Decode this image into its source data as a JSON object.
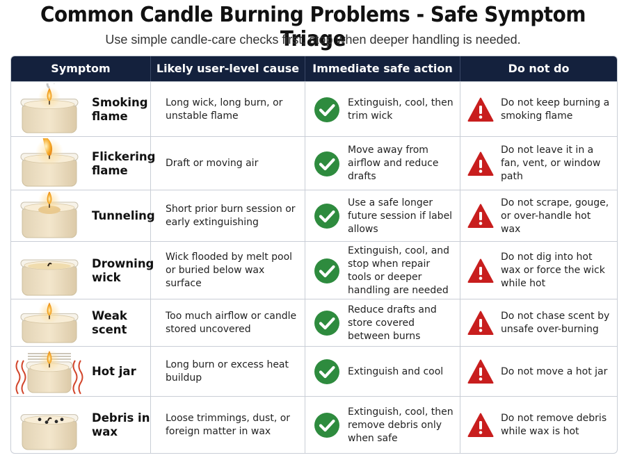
{
  "title": "Common Candle Burning Problems - Safe Symptom Triage",
  "subtitle": "Use simple candle-care checks first, stop when deeper handling is needed.",
  "colors": {
    "header_bg": "#14213d",
    "check_green": "#2e8b3e",
    "warning_red": "#c81e1e",
    "wax": "#f3e6cc",
    "flame": "#f5a623"
  },
  "headers": {
    "symptom": "Symptom",
    "cause": "Likely user-level cause",
    "action": "Immediate safe action",
    "avoid": "Do not do"
  },
  "rows": [
    {
      "symptom": "Smoking flame",
      "cause": "Long wick, long burn, or unstable flame",
      "action": "Extinguish, cool, then trim wick",
      "avoid": "Do not keep burning a smoking flame",
      "image": "smoking-candle",
      "action_icon": "check-icon",
      "avoid_icon": "warning-icon"
    },
    {
      "symptom": "Flickering flame",
      "cause": "Draft or moving air",
      "action": "Move away from airflow and reduce drafts",
      "avoid": "Do not leave it in a fan, vent, or window path",
      "image": "flickering-candle",
      "action_icon": "check-icon",
      "avoid_icon": "warning-icon"
    },
    {
      "symptom": "Tunneling",
      "cause": "Short prior burn session or early extinguishing",
      "action": "Use a safe longer future session if label allows",
      "avoid": "Do not scrape, gouge, or over-handle hot wax",
      "image": "tunneling-candle",
      "action_icon": "check-icon",
      "avoid_icon": "warning-icon"
    },
    {
      "symptom": "Drowning wick",
      "cause": "Wick flooded by melt pool or buried below wax surface",
      "action": "Extinguish, cool, and stop when repair tools or deeper handling are needed",
      "avoid": "Do not dig into hot wax or force the wick while hot",
      "image": "drowning-wick-candle",
      "action_icon": "check-icon",
      "avoid_icon": "warning-icon"
    },
    {
      "symptom": "Weak scent",
      "cause": "Too much airflow or candle stored uncovered",
      "action": "Reduce drafts and store covered between burns",
      "avoid": "Do not chase scent by unsafe over-burning",
      "image": "weak-scent-candle",
      "action_icon": "check-icon",
      "avoid_icon": "warning-icon"
    },
    {
      "symptom": "Hot jar",
      "cause": "Long burn or excess heat buildup",
      "action": "Extinguish and cool",
      "avoid": "Do not move a hot jar",
      "image": "hot-jar-candle",
      "action_icon": "check-icon",
      "avoid_icon": "warning-icon"
    },
    {
      "symptom": "Debris in wax",
      "cause": "Loose trimmings, dust, or foreign matter in wax",
      "action": "Extinguish, cool, then remove debris only when safe",
      "avoid": "Do not remove debris while wax is hot",
      "image": "debris-candle",
      "action_icon": "check-icon",
      "avoid_icon": "warning-icon"
    }
  ]
}
